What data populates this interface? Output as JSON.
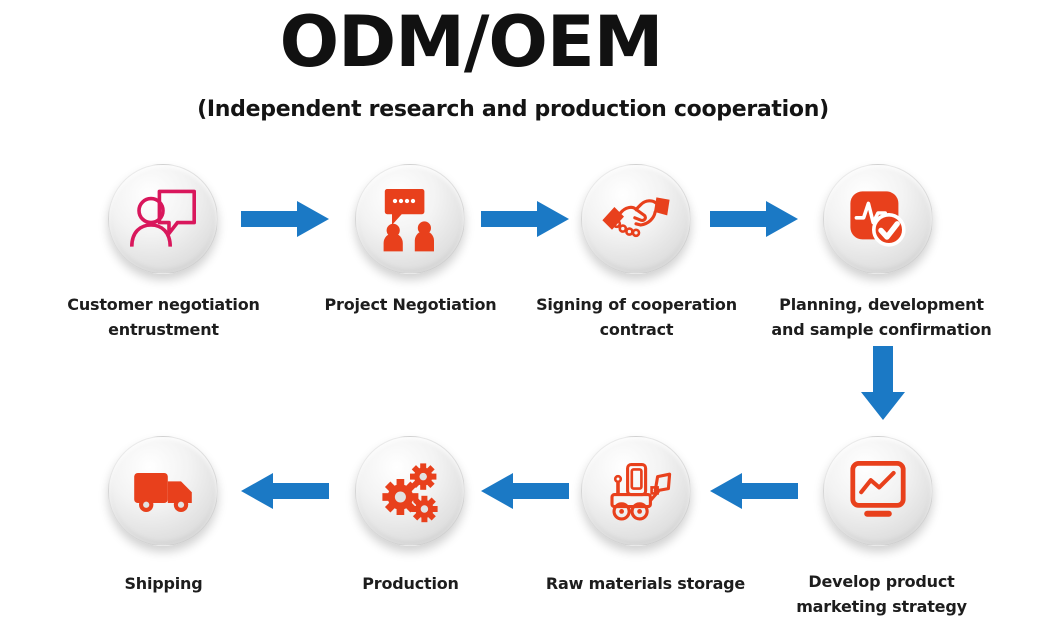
{
  "header": {
    "title": "ODM/OEM",
    "subtitle": "(Independent research and production cooperation)"
  },
  "colors": {
    "arrow_blue": "#1b79c5",
    "icon_pink": "#d9175c",
    "icon_orange": "#e8401c",
    "label_text": "#1d1d1d"
  },
  "flow": {
    "top_row": [
      {
        "label": "Customer negotiation entrustment",
        "icon": "customer-negotiation-icon"
      },
      {
        "label": "Project Negotiation",
        "icon": "project-negotiation-icon"
      },
      {
        "label": "Signing of cooperation contract",
        "icon": "handshake-icon"
      },
      {
        "label": "Planning, development and sample confirmation",
        "icon": "planning-check-icon"
      }
    ],
    "bottom_row": [
      {
        "label": "Shipping",
        "icon": "truck-icon"
      },
      {
        "label": "Production",
        "icon": "gears-icon"
      },
      {
        "label": "Raw materials storage",
        "icon": "front-loader-icon"
      },
      {
        "label": "Develop product marketing strategy",
        "icon": "monitor-chart-icon"
      }
    ],
    "top_row_direction": "right",
    "bottom_row_direction": "left"
  }
}
